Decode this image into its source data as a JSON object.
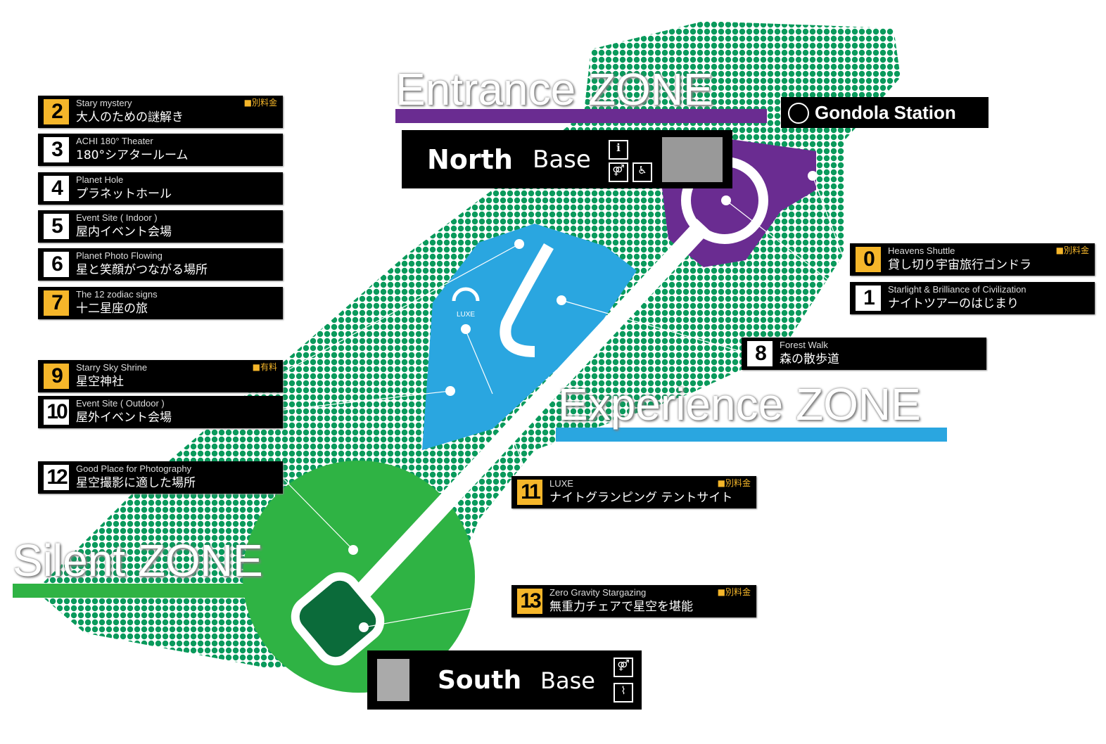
{
  "zones": {
    "entrance": "Entrance ZONE",
    "experience": "Experience ZONE",
    "silent": "Silent ZONE"
  },
  "gondola": "Gondola Station",
  "north_base": {
    "a": "North",
    "b": "Base"
  },
  "south_base": {
    "a": "South",
    "b": "Base"
  },
  "luxe_mark": "LUXE",
  "fee_label": "■別料金",
  "paid_label": "■有料",
  "labels": [
    {
      "num": "0",
      "en": "Heavens Shuttle",
      "jp": "貸し切り宇宙旅行ゴンドラ",
      "fee": "■別料金"
    },
    {
      "num": "1",
      "en": "Starlight & Brilliance of Civilization",
      "jp": "ナイトツアーのはじまり",
      "fee": ""
    },
    {
      "num": "2",
      "en": "Stary mystery",
      "jp": "大人のための謎解き",
      "fee": "■別料金"
    },
    {
      "num": "3",
      "en": "ACHI 180° Theater",
      "jp": "180°シアタールーム",
      "fee": ""
    },
    {
      "num": "4",
      "en": "Planet Hole",
      "jp": "プラネットホール",
      "fee": ""
    },
    {
      "num": "5",
      "en": "Event Site ( Indoor )",
      "jp": "屋内イベント会場",
      "fee": ""
    },
    {
      "num": "6",
      "en": "Planet Photo Flowing",
      "jp": "星と笑顔がつながる場所",
      "fee": ""
    },
    {
      "num": "7",
      "en": "The 12 zodiac signs",
      "jp": "十二星座の旅",
      "fee": ""
    },
    {
      "num": "8",
      "en": "Forest Walk",
      "jp": "森の散歩道",
      "fee": ""
    },
    {
      "num": "9",
      "en": "Starry Sky Shrine",
      "jp": "星空神社",
      "fee": "■有料"
    },
    {
      "num": "10",
      "en": "Event Site ( Outdoor )",
      "jp": "屋外イベント会場",
      "fee": ""
    },
    {
      "num": "11",
      "en": "LUXE",
      "jp": "ナイトグランピング テントサイト",
      "fee": "■別料金"
    },
    {
      "num": "12",
      "en": "Good Place for Photography",
      "jp": "星空撮影に適した場所",
      "fee": ""
    },
    {
      "num": "13",
      "en": "Zero Gravity Stargazing",
      "jp": "無重力チェアで星空を堪能",
      "fee": "■別料金"
    }
  ],
  "colors": {
    "forest": "#0a9a5c",
    "entrance": "#6a2c91",
    "experience": "#2aa6e0",
    "silent": "#2fb344",
    "badge": "#f5b62a"
  }
}
